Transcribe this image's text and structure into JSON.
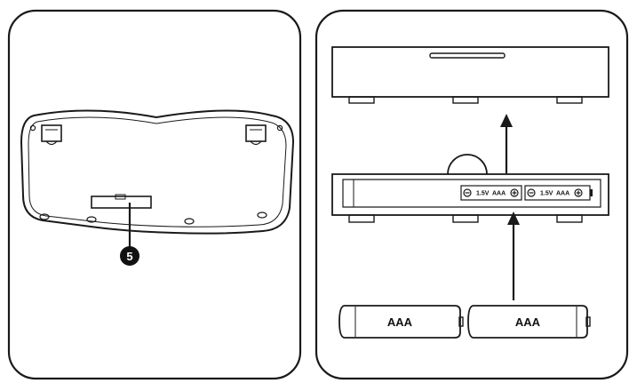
{
  "callout": {
    "number": "5"
  },
  "batteries": [
    {
      "label": "AAA"
    },
    {
      "label": "AAA"
    }
  ],
  "slots": [
    {
      "voltage": "1.5V",
      "type": "AAA"
    },
    {
      "voltage": "1.5V",
      "type": "AAA"
    }
  ]
}
